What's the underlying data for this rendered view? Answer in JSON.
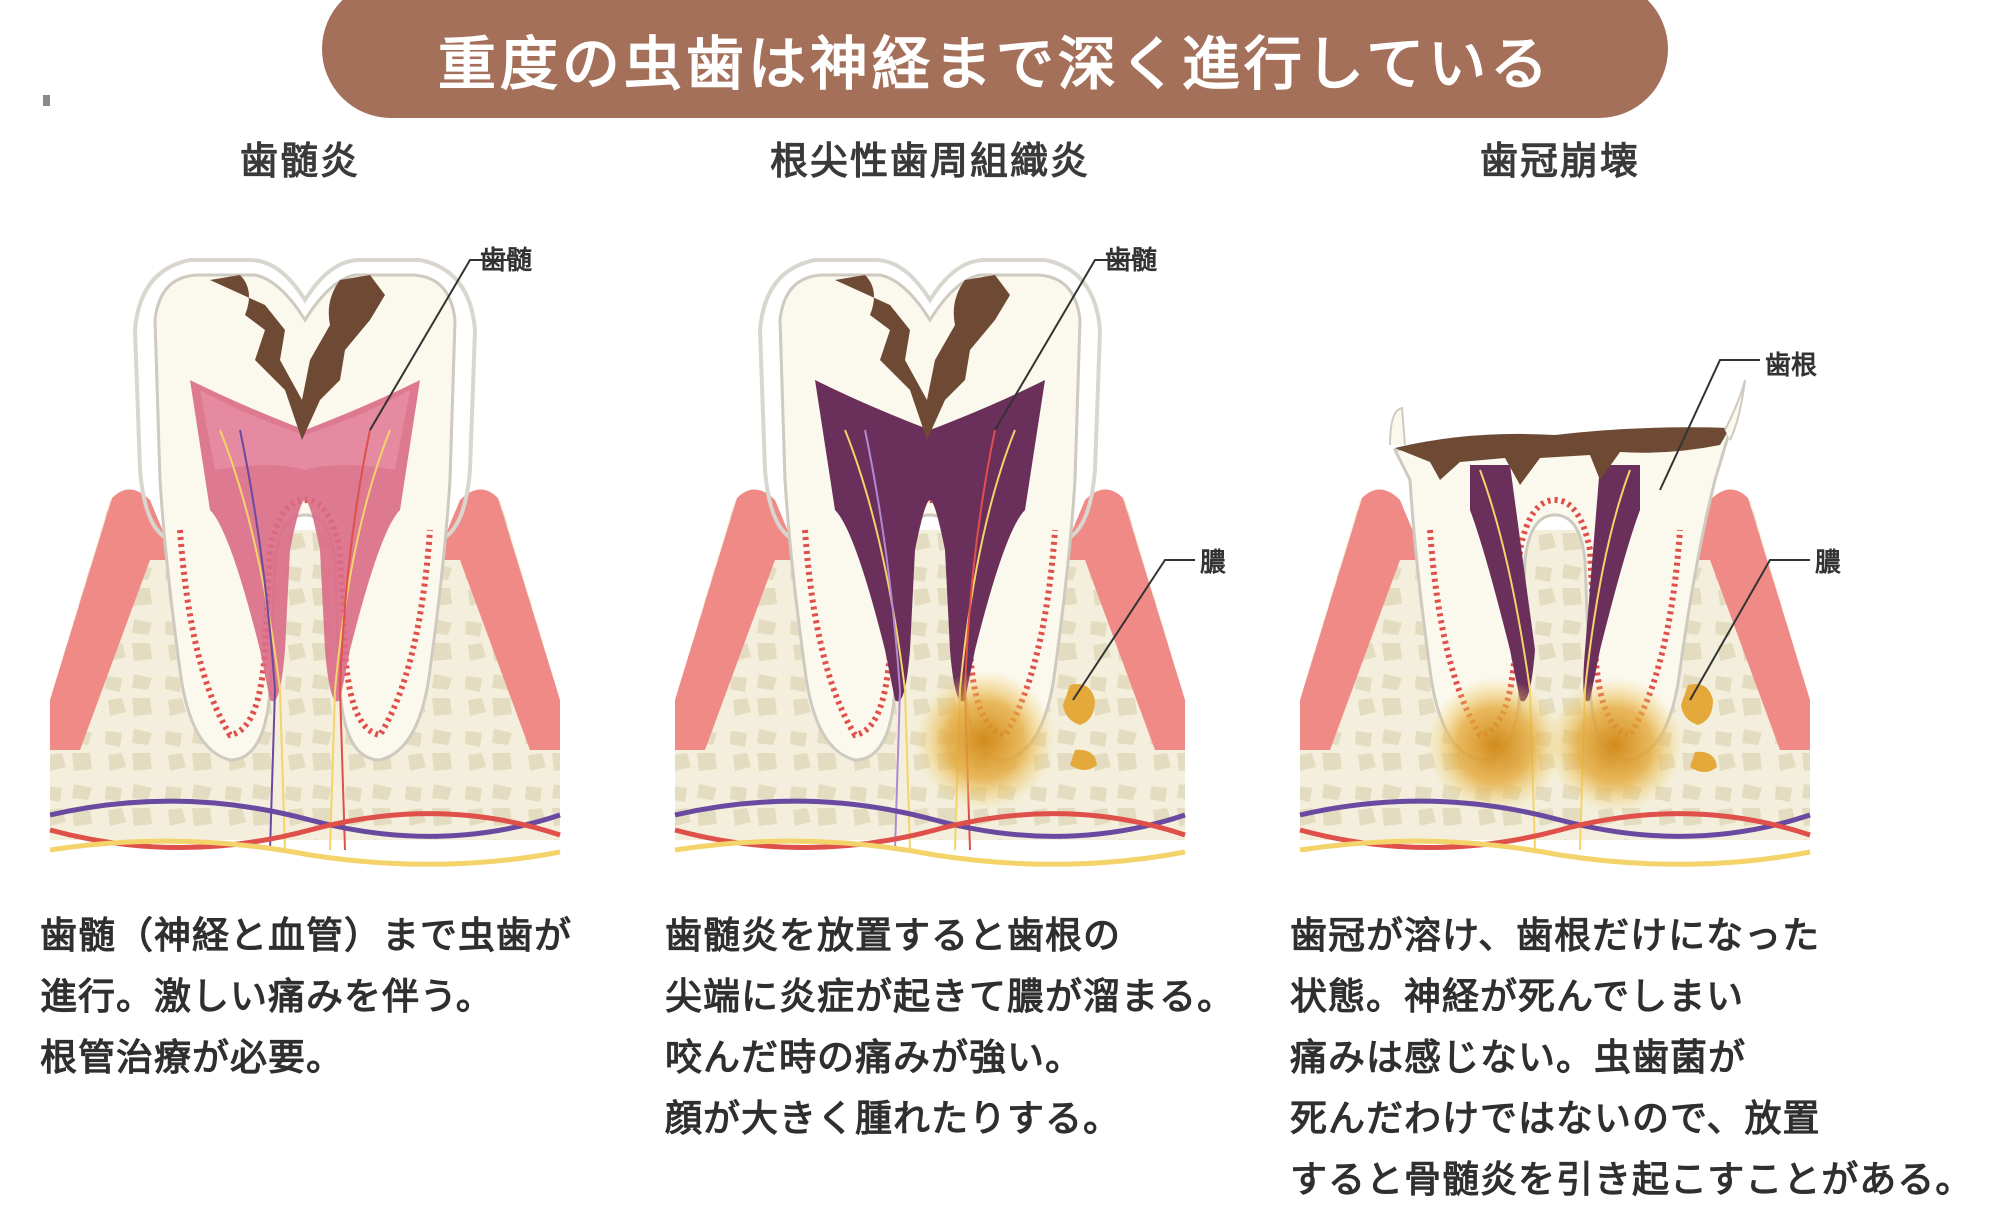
{
  "header": {
    "title": "重度の虫歯は神経まで深く進行している"
  },
  "panels": [
    {
      "title": "歯髄炎",
      "labels": [
        "歯髄"
      ],
      "description": [
        "歯髄（神経と血管）まで虫歯が",
        "進行。激しい痛みを伴う。",
        "根管治療が必要。"
      ]
    },
    {
      "title": "根尖性歯周組織炎",
      "labels": [
        "歯髄",
        "膿"
      ],
      "description": [
        "歯髄炎を放置すると歯根の",
        "尖端に炎症が起きて膿が溜まる。",
        "咬んだ時の痛みが強い。",
        "顔が大きく腫れたりする。"
      ]
    },
    {
      "title": "歯冠崩壊",
      "labels": [
        "歯根",
        "膿"
      ],
      "description": [
        "歯冠が溶け、歯根だけになった",
        "状態。神経が死んでしまい",
        "痛みは感じない。虫歯菌が",
        "死んだわけではないので、放置",
        "すると骨髄炎を引き起こすことがある。"
      ]
    }
  ],
  "colors": {
    "banner": "#a4705a",
    "gum": "#f08a86",
    "bone": "#f3efdc",
    "enamel": "#fbf8ee",
    "decay": "#6e4a34",
    "pulp_inflamed": "#d96a86",
    "pulp_dead": "#6a2f5a",
    "pus": "#e4a93a",
    "vein": "#6a4aa0",
    "artery": "#e0504a",
    "nerve": "#f3d36a"
  }
}
